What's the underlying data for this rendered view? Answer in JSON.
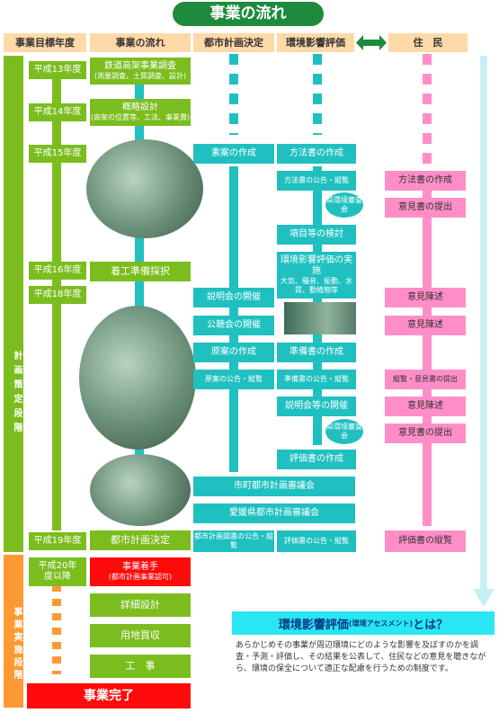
{
  "title": "事業の流れ",
  "headers": {
    "year": "事業目標年度",
    "flow": "事業の流れ",
    "urban": "都市計画決定",
    "env": "環境影響評価",
    "residents": "住　民"
  },
  "phases": {
    "planning": "計画策定段階",
    "implementation": "事業実施段階"
  },
  "years": [
    "平成13年度",
    "平成14年度",
    "平成15年度",
    "平成16年度",
    "平成18年度",
    "平成19年度",
    "平成20年度以降"
  ],
  "flow": {
    "survey": "鉄道高架事業調査",
    "survey_sub": "(測量調査、土質調査、設計)",
    "basic_design": "概略設計",
    "basic_design_sub": "(高架の位置等、工法、事業費)",
    "prep": "着工準備採択",
    "decision": "都市計画決定",
    "start": "事業着手",
    "start_sub": "(都市計画事業認可)",
    "detail_design": "詳細設計",
    "land": "用地買収",
    "construction": "工　事",
    "complete": "事業完了"
  },
  "urban": {
    "draft": "素案の作成",
    "briefing": "説明会の開催",
    "hearing": "公聴会の開催",
    "original": "原案の作成",
    "original_notice": "原案の公告・縦覧",
    "city_council": "市町都市計画審議会",
    "pref_council": "愛媛県都市計画審議会",
    "map_notice": "都市計画図書の公告・縦覧"
  },
  "env": {
    "method": "方法書の作成",
    "method_notice": "方法書の公告・縦覧",
    "governor_opinion": "県環境審査会",
    "items": "項目等の検討",
    "implementation": "環境影響評価の実施",
    "implementation_sub": "大気、騒音、振動、水質、動植物等",
    "prep_doc": "準備書の作成",
    "prep_notice": "準備書の公告・縦覧",
    "briefing": "説明会等の開催",
    "governor_opinion2": "県環境審査会",
    "eval_doc": "評価書の作成",
    "eval_notice": "評価書の公告・縦覧"
  },
  "residents": {
    "method_doc": "方法書の作成",
    "opinion": "意見書の提出",
    "statement1": "意見陳述",
    "statement2": "意見陳述",
    "prep_view": "縦覧・意見書の提出",
    "statement3": "意見陳述",
    "opinion2": "意見書の提出",
    "eval_view": "評価書の縦覧"
  },
  "eia": {
    "heading": "環境影響評価",
    "heading_sub": "(環境アセスメント)",
    "heading_end": "とは？",
    "description": "あらかじめその事業が周辺環境にどのような影響を及ぼすのかを調査・予測・評価し、その結果を公表して、住民などの意見を聴きながら、環境の保全について適正な配慮を行うための制度です。"
  },
  "colors": {
    "green": "#7bbd1e",
    "teal": "#20c0c0",
    "pink": "#ff8ec8",
    "red": "#ff0a0a",
    "orange": "#ff9933",
    "header": "#ffd9a8"
  }
}
